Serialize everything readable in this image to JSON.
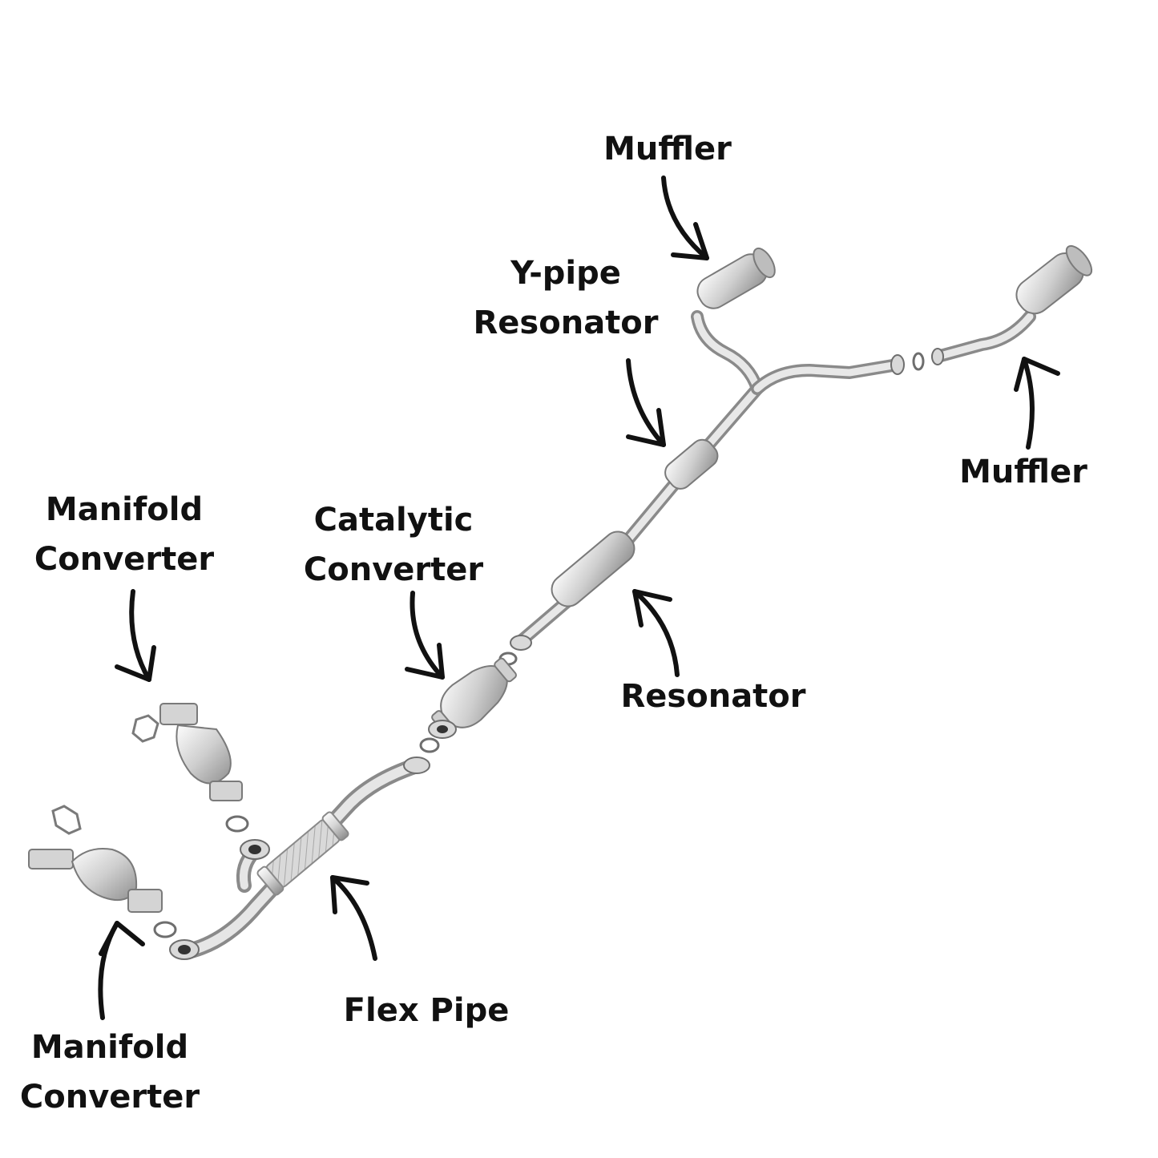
{
  "labels": {
    "muffler_top": "Muffler",
    "ypipe_line1": "Y-pipe",
    "ypipe_line2": "Resonator",
    "muffler_right": "Muffler",
    "manifold_top_line1": "Manifold",
    "manifold_top_line2": "Converter",
    "catalytic_line1": "Catalytic",
    "catalytic_line2": "Converter",
    "resonator": "Resonator",
    "manifold_bottom_line1": "Manifold",
    "manifold_bottom_line2": "Converter",
    "flex_pipe": "Flex Pipe"
  },
  "colors": {
    "text": "#111111",
    "arrow": "#111111",
    "metal_light": "#f2f2f2",
    "metal_mid": "#c9c9c9",
    "metal_dark": "#8a8a8a",
    "background": "#ffffff"
  }
}
